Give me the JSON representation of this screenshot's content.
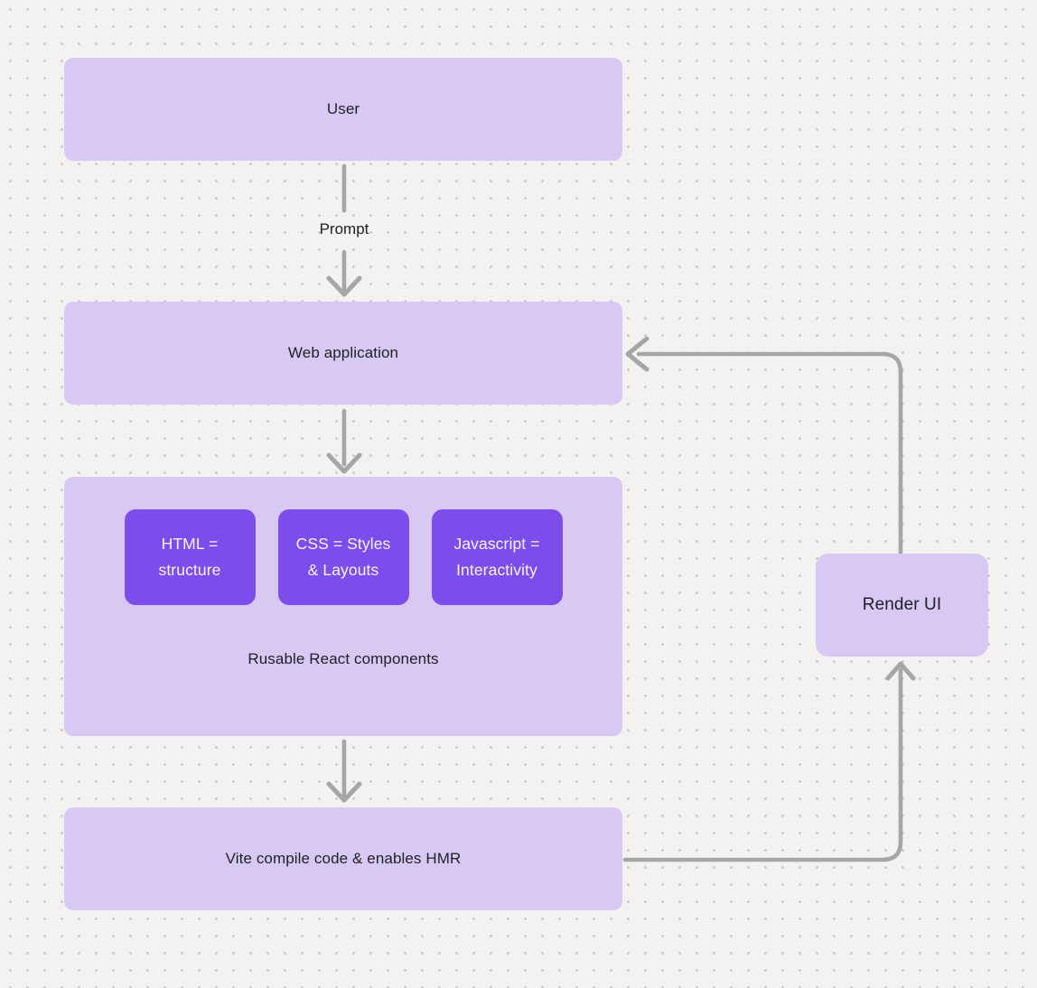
{
  "diagram": {
    "background": "#f3f2f1",
    "dot_color": "#bcbab9",
    "node_fill": "#d7c9f3",
    "chip_fill": "#7c4deb",
    "arrow_color": "#a6a6a6",
    "text_dark": "#211f26",
    "text_light": "#f7f4fd"
  },
  "nodes": {
    "user": {
      "label": "User"
    },
    "web_application": {
      "label": "Web application"
    },
    "components": {
      "chips": [
        {
          "label": "HTML =\nstructure"
        },
        {
          "label": "CSS = Styles\n& Layouts"
        },
        {
          "label": "Javascript =\nInteractivity"
        }
      ],
      "caption": "Rusable React components"
    },
    "vite": {
      "label": "Vite compile code & enables HMR"
    },
    "render_ui": {
      "label": "Render UI"
    }
  },
  "edges": {
    "prompt": {
      "label": "Prompt"
    }
  }
}
